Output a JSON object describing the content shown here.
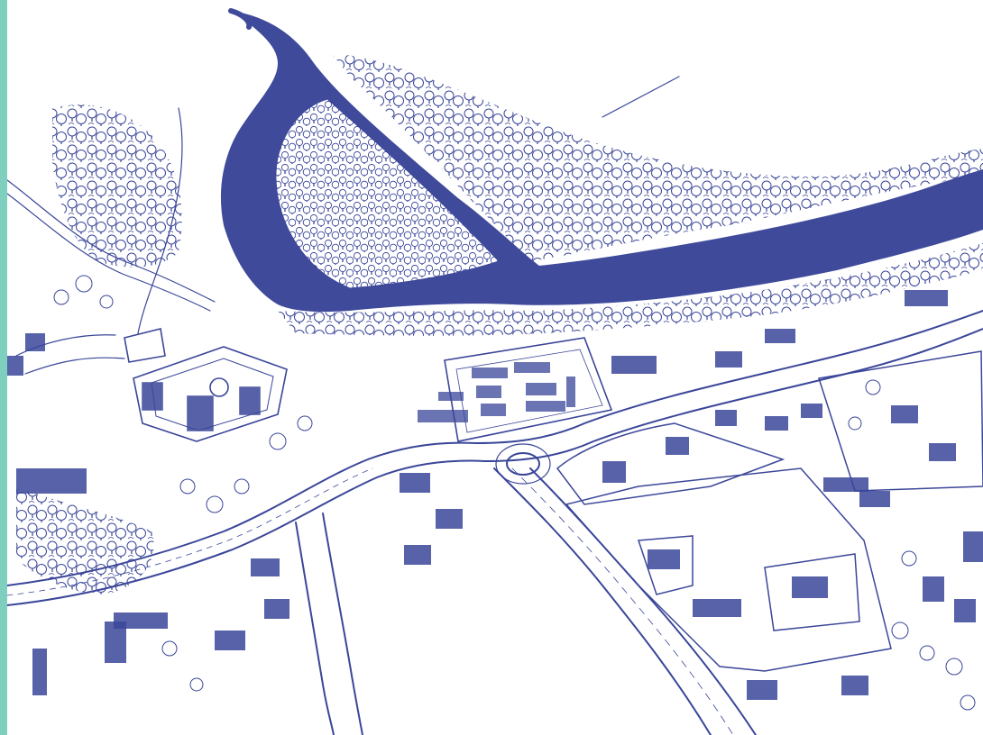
{
  "colors": {
    "background": "#ffffff",
    "ink": "#3a4699",
    "water": "#3f4a9b",
    "edge_strip": "#7ecfbe"
  },
  "illustration": {
    "style": "hand-drawn aerial sketch",
    "features": [
      "river",
      "river-island",
      "riverbank-trees",
      "town-center-roundabout",
      "market-square",
      "fortified-building",
      "main-road",
      "side-road",
      "industrial-lots",
      "houses"
    ]
  }
}
